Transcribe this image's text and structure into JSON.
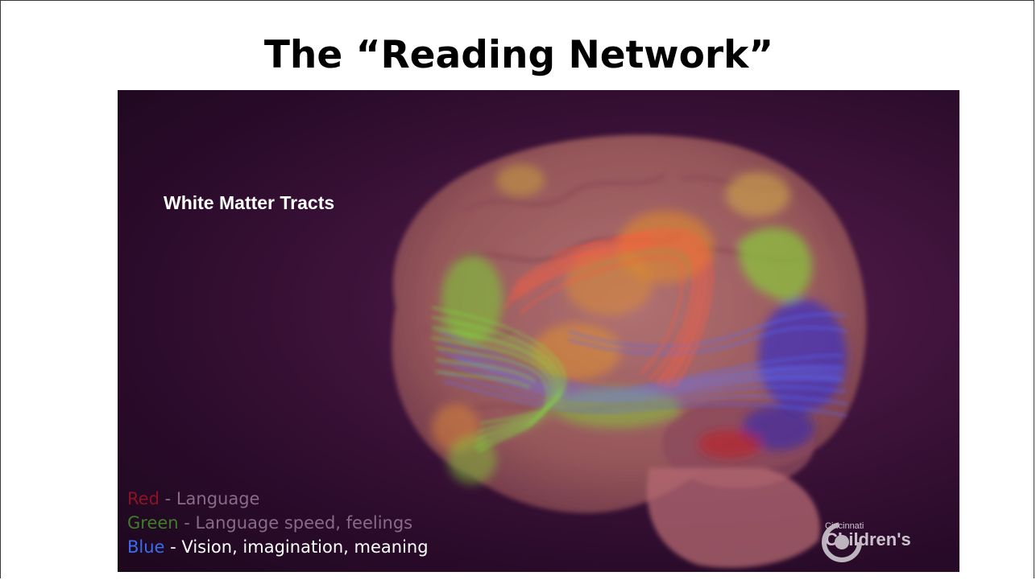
{
  "slide": {
    "title": "The “Reading Network”"
  },
  "image": {
    "heading": "White Matter Tracts",
    "legend": [
      {
        "color_word": "Red",
        "description": " - Language",
        "word_color": "#8b1424",
        "text_color": "#8a6a86"
      },
      {
        "color_word": "Green",
        "description": " - Language speed, feelings",
        "word_color": "#3f7d2b",
        "text_color": "#8a6a86"
      },
      {
        "color_word": "Blue",
        "description": " - Vision, imagination, meaning",
        "word_color": "#3a6cf0",
        "text_color": "#ffffff"
      }
    ],
    "logo": {
      "small": "Cincinnati",
      "big": "Children's"
    }
  },
  "colors": {
    "tract_red": "#ff5a3c",
    "tract_green": "#7ee040",
    "tract_blue": "#5060ff",
    "brain_tissue": "#b77472"
  }
}
